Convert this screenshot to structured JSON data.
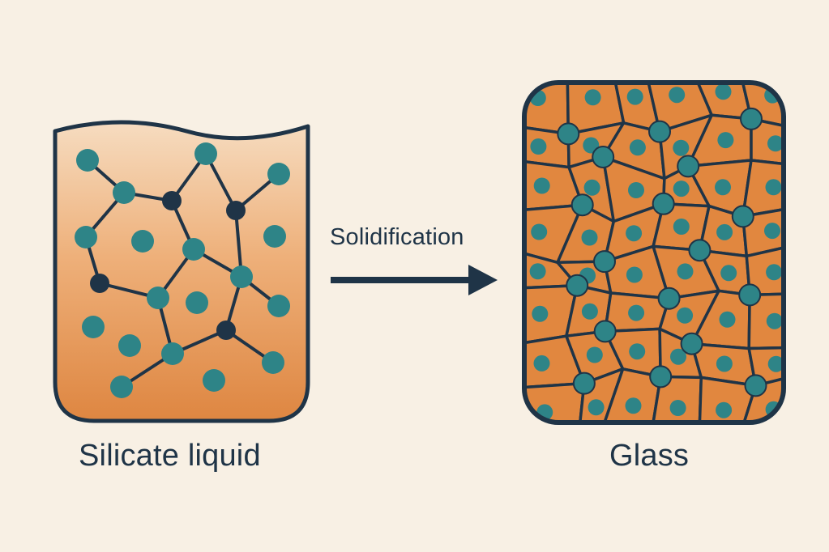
{
  "labels": {
    "left_caption": "Silicate liquid",
    "process": "Solidification",
    "right_caption": "Glass"
  },
  "colors": {
    "background": "#f8f0e4",
    "outline": "#1f3447",
    "liquid_top": "#f6dcc0",
    "liquid_bottom": "#df8a43",
    "glass_cell": "#e1873f",
    "teal_node": "#2e8487",
    "dark_node": "#1f3447"
  }
}
